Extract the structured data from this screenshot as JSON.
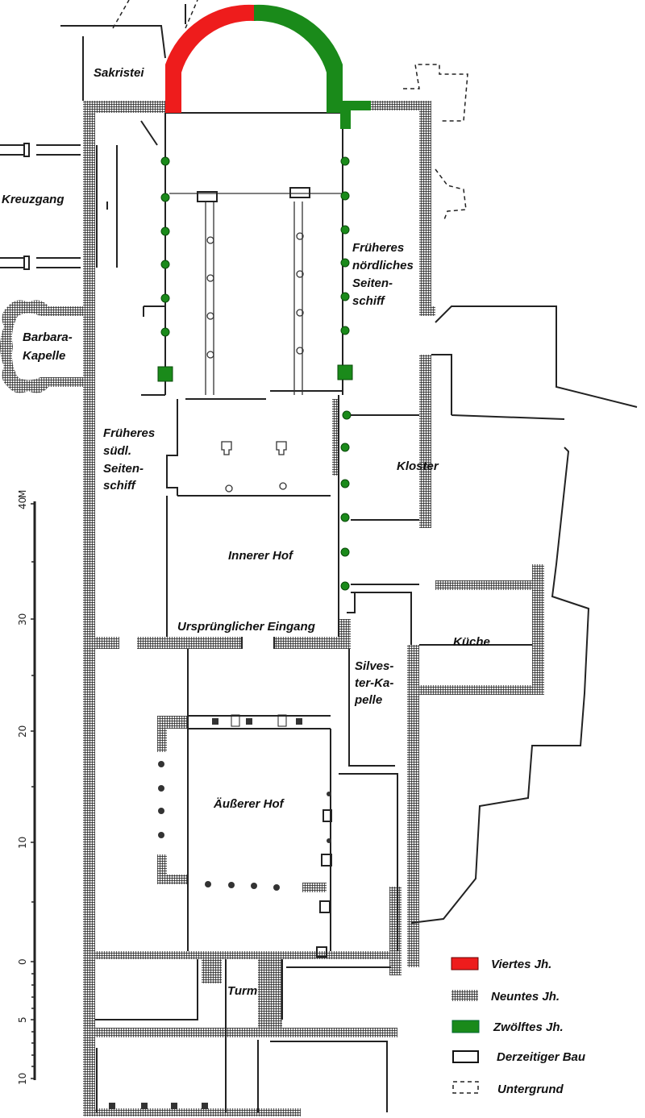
{
  "labels": {
    "sakristei": "Sakristei",
    "kreuzgang": "Kreuzgang",
    "barbara_1": "Barbara-",
    "barbara_2": "Kapelle",
    "nord_1": "Früheres",
    "nord_2": "nördliches",
    "nord_3": "Seiten-",
    "nord_4": "schiff",
    "sued_1": "Früheres",
    "sued_2": "südl.",
    "sued_3": "Seiten-",
    "sued_4": "schiff",
    "kloster": "Kloster",
    "innerer_hof": "Innerer Hof",
    "eingang": "Ursprünglicher Eingang",
    "kueche": "Küche",
    "silvester_1": "Silves-",
    "silvester_2": "ter-Ka-",
    "silvester_3": "pelle",
    "aeusserer_hof": "Äußerer Hof",
    "turm": "Turm"
  },
  "scale": {
    "unit": "M",
    "ticks": [
      "40",
      "30",
      "20",
      "10",
      "0",
      "5",
      "10"
    ]
  },
  "legend": [
    {
      "label": "Viertes Jh.",
      "color": "#ee1c1c",
      "style": "fill"
    },
    {
      "label": "Neuntes Jh.",
      "color": "#333333",
      "style": "hatch"
    },
    {
      "label": "Zwölftes Jh.",
      "color": "#1a8a1a",
      "style": "fill"
    },
    {
      "label": "Derzeitiger Bau",
      "color": "#ffffff",
      "style": "outline"
    },
    {
      "label": "Untergrund",
      "color": "#ffffff",
      "style": "dashed"
    }
  ]
}
